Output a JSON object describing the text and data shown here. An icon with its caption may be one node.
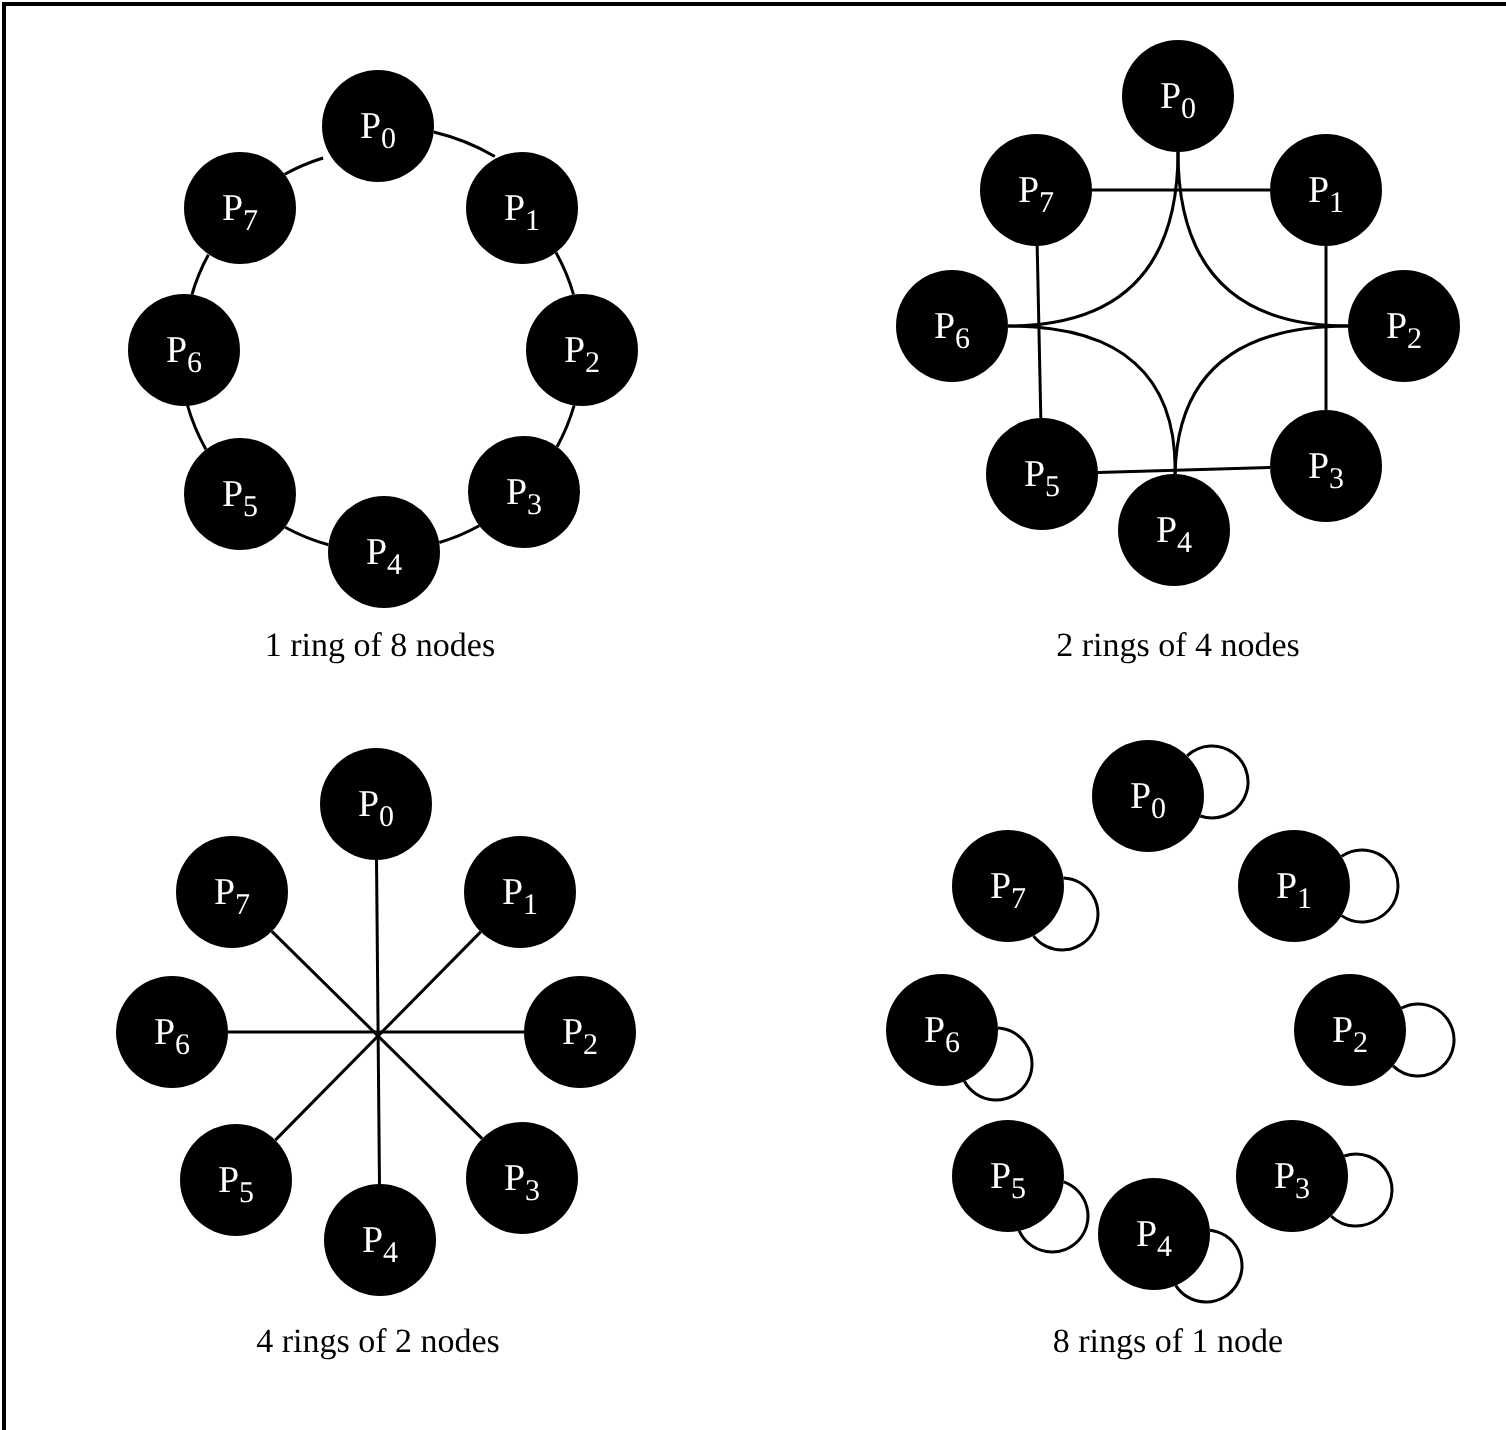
{
  "diagram": {
    "nodes": [
      {
        "text": [
          "P$_{0}$"
        ]
      },
      {
        "text": [
          "P$_{1}$"
        ]
      },
      {
        "text": [
          "P$_{2}$"
        ]
      },
      {
        "text": [
          "P$_{3}$"
        ]
      },
      {
        "text": [
          "P$_{4}$"
        ]
      },
      {
        "text": [
          "P$_{5}$"
        ]
      },
      {
        "text": [
          "P$_{6}$"
        ]
      },
      {
        "text": [
          "P$_{7}$"
        ]
      },
      {
        "text": [
          "P$_{0}$"
        ]
      },
      {
        "text": [
          "P$_{1}$"
        ]
      },
      {
        "text": [
          "P$_{2}$"
        ]
      },
      {
        "text": [
          "P$_{3}$"
        ]
      },
      {
        "text": [
          "P$_{4}$"
        ]
      },
      {
        "text": [
          "P$_{5}$"
        ]
      },
      {
        "text": [
          "P$_{6}$"
        ]
      },
      {
        "text": [
          "P$_{7}$"
        ]
      },
      {
        "text": [
          "P$_{0}$"
        ]
      },
      {
        "text": [
          "P$_{1}$"
        ]
      },
      {
        "text": [
          "P$_{2}$"
        ]
      },
      {
        "text": [
          "P$_{3}$"
        ]
      },
      {
        "text": [
          "P$_{4}$"
        ]
      },
      {
        "text": [
          "P$_{5}$"
        ]
      },
      {
        "text": [
          "P$_{6}$"
        ]
      },
      {
        "text": [
          "P$_{7}$"
        ]
      },
      {
        "text": [
          "P$_{0}$"
        ]
      },
      {
        "text": [
          "P$_{1}$"
        ]
      },
      {
        "text": [
          "P$_{2}$"
        ]
      },
      {
        "text": [
          "P$_{3}$"
        ]
      },
      {
        "text": [
          "P$_{4}$"
        ]
      },
      {
        "text": [
          "P$_{5}$"
        ]
      },
      {
        "text": [
          "P$_{6}$"
        ]
      },
      {
        "text": [
          "P$_{7}$"
        ]
      }
    ],
    "edges": [
      {
        "from": 0,
        "to": 1,
        "arrow": "none"
      },
      {
        "from": 1,
        "to": 2,
        "arrow": "none"
      },
      {
        "from": 2,
        "to": 3,
        "arrow": "none"
      },
      {
        "from": 3,
        "to": 4,
        "arrow": "none"
      },
      {
        "from": 4,
        "to": 5,
        "arrow": "none"
      },
      {
        "from": 5,
        "to": 6,
        "arrow": "none"
      },
      {
        "from": 6,
        "to": 7,
        "arrow": "none"
      },
      {
        "from": 7,
        "to": 0,
        "arrow": "none"
      },
      {
        "from": 8,
        "to": 10,
        "arrow": "none"
      },
      {
        "from": 10,
        "to": 12,
        "arrow": "none"
      },
      {
        "from": 12,
        "to": 14,
        "arrow": "none"
      },
      {
        "from": 14,
        "to": 8,
        "arrow": "none"
      },
      {
        "from": 9,
        "to": 11,
        "arrow": "none"
      },
      {
        "from": 11,
        "to": 13,
        "arrow": "none"
      },
      {
        "from": 13,
        "to": 15,
        "arrow": "none"
      },
      {
        "from": 15,
        "to": 9,
        "arrow": "none"
      },
      {
        "from": 16,
        "to": 20,
        "arrow": "none"
      },
      {
        "from": 17,
        "to": 21,
        "arrow": "none"
      },
      {
        "from": 18,
        "to": 22,
        "arrow": "none"
      },
      {
        "from": 19,
        "to": 23,
        "arrow": "none"
      },
      {
        "from": 24,
        "to": 24,
        "arrow": "none"
      },
      {
        "from": 25,
        "to": 25,
        "arrow": "none"
      },
      {
        "from": 26,
        "to": 26,
        "arrow": "none"
      },
      {
        "from": 27,
        "to": 27,
        "arrow": "none"
      },
      {
        "from": 28,
        "to": 28,
        "arrow": "none"
      },
      {
        "from": 29,
        "to": 29,
        "arrow": "none"
      },
      {
        "from": 30,
        "to": 30,
        "arrow": "none"
      },
      {
        "from": 31,
        "to": 31,
        "arrow": "none"
      }
    ],
    "labels": [
      "1 ring of 8 nodes",
      "2 rings of 4 nodes",
      "4 rings of 2 nodes",
      "8 rings of 1 node"
    ]
  }
}
